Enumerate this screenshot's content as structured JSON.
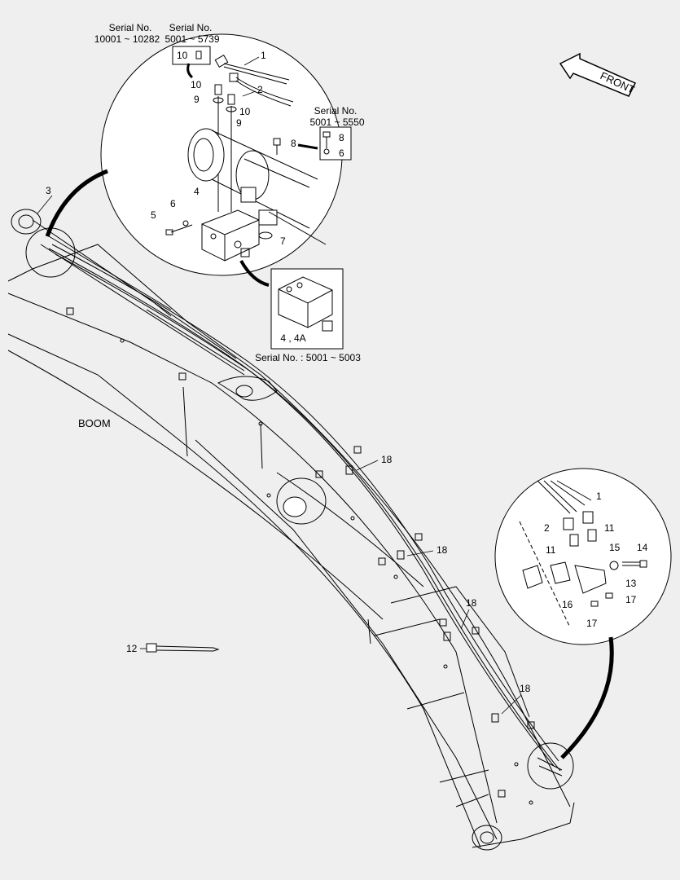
{
  "diagram": {
    "main_label": "BOOM",
    "front_label": "FRONT",
    "detail_top": {
      "serial_a_title": "Serial No.",
      "serial_a_range": "10001 ~ 10282",
      "serial_b_title": "Serial No.",
      "serial_b_range": "5001 ~ 5739",
      "serial_c_title": "Serial No.",
      "serial_c_range": "5001 ~ 5550",
      "callouts": [
        "1",
        "2",
        "10",
        "10",
        "9",
        "10",
        "9",
        "8",
        "8",
        "6",
        "4",
        "6",
        "5",
        "7",
        "3"
      ]
    },
    "detail_block": {
      "label": "4 , 4A",
      "serial": "Serial No. : 5001 ~ 5003"
    },
    "detail_bottom": {
      "callouts": [
        "1",
        "2",
        "11",
        "11",
        "15",
        "14",
        "13",
        "16",
        "17",
        "17"
      ]
    },
    "boom_callouts": [
      "18",
      "18",
      "18",
      "18",
      "12"
    ]
  },
  "colors": {
    "background": "#efefef",
    "ink": "#000000"
  }
}
